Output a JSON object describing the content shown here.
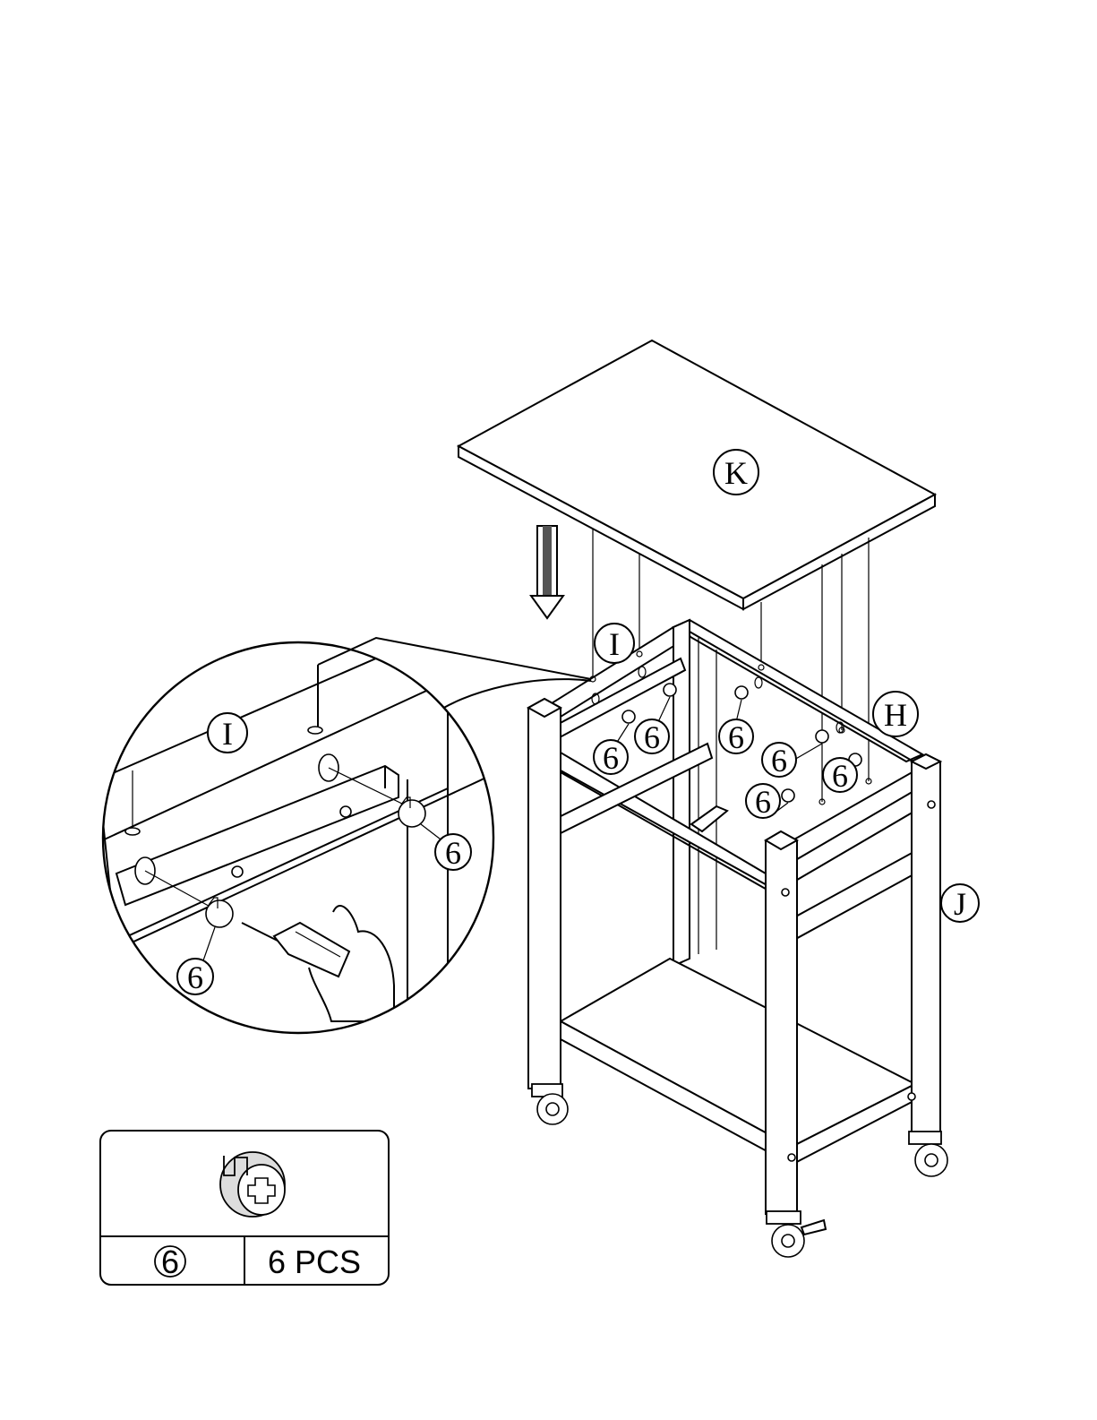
{
  "parts": {
    "k": "K",
    "i_main": "I",
    "i_detail": "I",
    "h": "H",
    "j": "J"
  },
  "hardware_callouts": {
    "main": [
      "6",
      "6",
      "6",
      "6",
      "6",
      "6"
    ],
    "detail": [
      "6",
      "6"
    ]
  },
  "parts_table": {
    "part_number": "6",
    "quantity": "6 PCS"
  }
}
